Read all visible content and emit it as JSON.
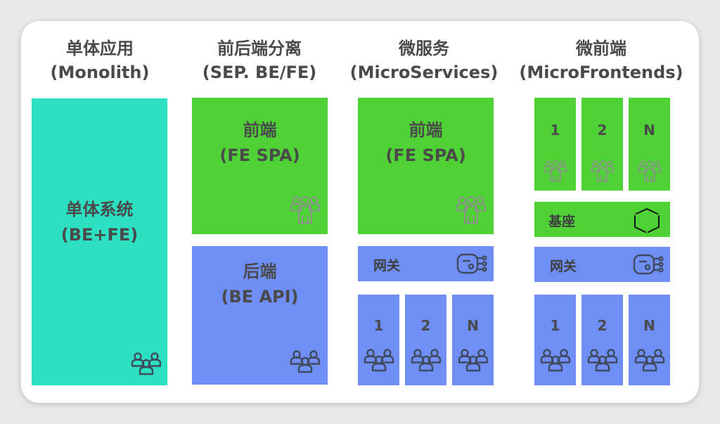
{
  "columns": {
    "monolith": {
      "title": "单体应用",
      "subtitle": "(Monolith)"
    },
    "sep": {
      "title": "前后端分离",
      "subtitle": "(SEP. BE/FE)"
    },
    "micro": {
      "title": "微服务",
      "subtitle": "(MicroServices)"
    },
    "mfe": {
      "title": "微前端",
      "subtitle": "(MicroFrontends)"
    }
  },
  "monolith_box": {
    "line1": "单体系统",
    "line2": "(BE+FE)"
  },
  "frontend_box": {
    "line1": "前端",
    "line2": "(FE SPA)"
  },
  "backend_box": {
    "line1": "后端",
    "line2": "(BE API)"
  },
  "gateway_label": "网关",
  "base_label": "基座",
  "service_labels": [
    "1",
    "2",
    "N"
  ],
  "colors": {
    "teal": "#2ee0c2",
    "green": "#4fd235",
    "blue": "#6f8ff7",
    "text": "#4a4a4a"
  },
  "icons": [
    "team-icon",
    "gateway-icon",
    "cube-icon"
  ]
}
